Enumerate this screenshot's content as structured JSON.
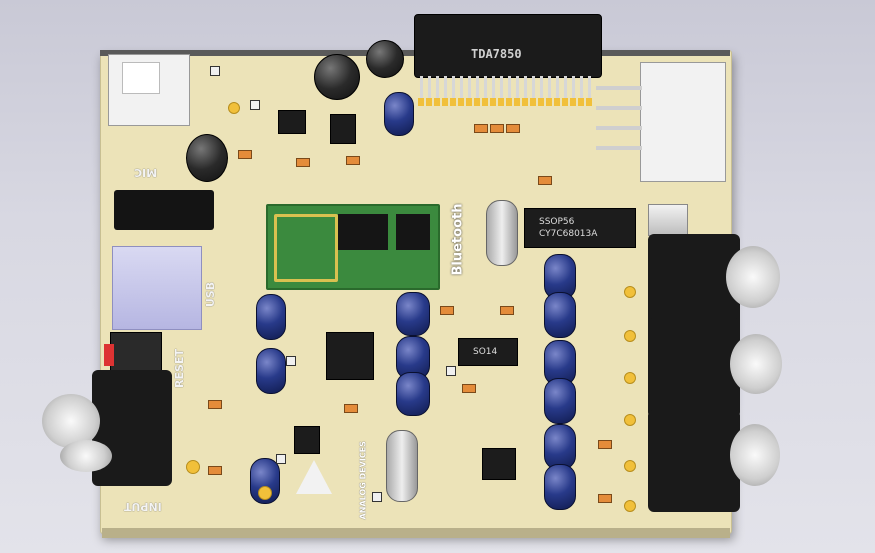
{
  "labels": {
    "chip_main": "TDA7850",
    "mic": "MIC",
    "usb": "USB",
    "bluetooth": "Bluetooth",
    "reset": "RESET",
    "input": "INPUT",
    "ssop": "SSOP56",
    "ssop_part": "CY7C68013A",
    "soic": "SO14",
    "brand": "ANALOG DEVICES"
  }
}
